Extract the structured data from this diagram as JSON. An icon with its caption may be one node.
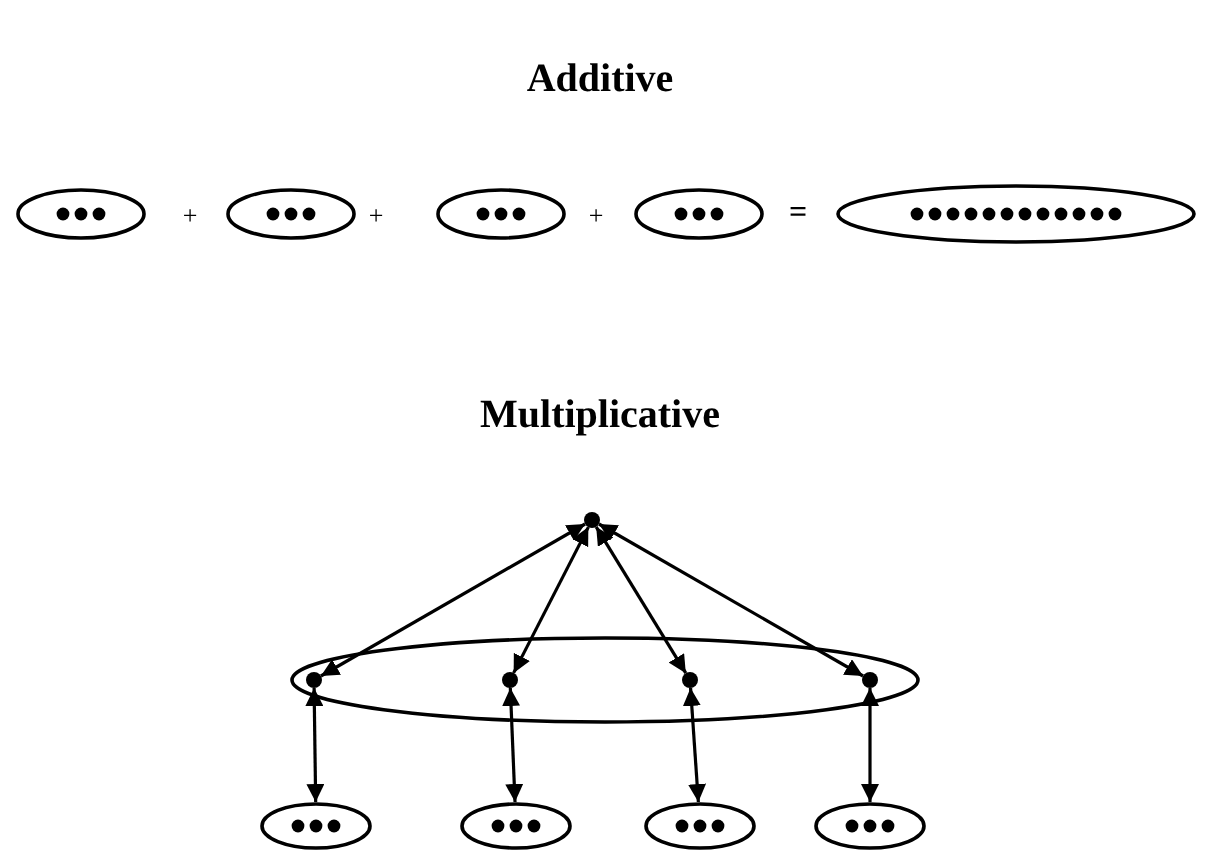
{
  "diagram": {
    "nodes": [
      {
        "text": [],
        "shape": "ellipse"
      },
      {
        "text": [],
        "shape": "ellipse"
      },
      {
        "text": [],
        "shape": "ellipse"
      },
      {
        "text": [],
        "shape": "ellipse"
      },
      {
        "text": [],
        "shape": "ellipse"
      },
      {
        "text": [],
        "shape": "circle"
      },
      {
        "text": [],
        "shape": "ellipse"
      },
      {
        "text": [],
        "shape": "circle",
        "in": 6
      },
      {
        "text": [],
        "shape": "circle",
        "in": 6
      },
      {
        "text": [],
        "shape": "circle",
        "in": 6
      },
      {
        "text": [],
        "shape": "circle",
        "in": 6
      },
      {
        "text": [],
        "shape": "ellipse"
      },
      {
        "text": [],
        "shape": "ellipse"
      },
      {
        "text": [],
        "shape": "ellipse"
      },
      {
        "text": [],
        "shape": "ellipse"
      }
    ],
    "edges": [
      {
        "from": 5,
        "to": 7,
        "arrow": "both"
      },
      {
        "from": 5,
        "to": 8,
        "arrow": "both"
      },
      {
        "from": 5,
        "to": 9,
        "arrow": "both"
      },
      {
        "from": 5,
        "to": 10,
        "arrow": "both"
      },
      {
        "from": 7,
        "to": 11,
        "arrow": "both"
      },
      {
        "from": 8,
        "to": 12,
        "arrow": "both"
      },
      {
        "from": 9,
        "to": 13,
        "arrow": "both"
      },
      {
        "from": 10,
        "to": 14,
        "arrow": "both"
      }
    ],
    "labels": [
      "Additive",
      "+",
      "+",
      "+",
      "=",
      "Multiplicative"
    ]
  }
}
